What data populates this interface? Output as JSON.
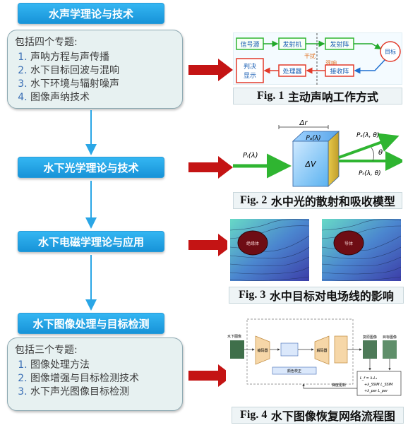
{
  "sections": [
    {
      "title": "水声学理论与技术"
    },
    {
      "title": "水下光学理论与技术"
    },
    {
      "title": "水下电磁学理论与应用"
    },
    {
      "title": "水下图像处理与目标检测"
    }
  ],
  "topics1": {
    "head": "包括四个专题:",
    "items": [
      "声呐方程与声传播",
      "水下目标回波与混响",
      "水下环境与辐射噪声",
      "图像声纳技术"
    ]
  },
  "topics4": {
    "head": "包括三个专题:",
    "items": [
      "图像处理方法",
      "图像增强与目标检测技术",
      "水下声光图像目标检测"
    ]
  },
  "fig1": {
    "caption_num": "Fig. 1",
    "caption_text": "主动声呐工作方式",
    "labels": {
      "signal_source": "信号源",
      "transmitter": "发射机",
      "tx_array": "发射阵",
      "target": "目标",
      "judge_line1": "判决",
      "judge_line2": "显示",
      "processor": "处理器",
      "rx_array": "接收阵",
      "interference": "干扰",
      "reverberation": "混响"
    }
  },
  "fig2": {
    "caption_num": "Fig. 2",
    "caption_text": "水中光的散射和吸收模型",
    "labels": {
      "delta_r": "Δr",
      "pi": "Pᵢ(λ)",
      "pa": "Pₐ(λ)",
      "delta_v": "ΔV",
      "ps": "Pₛ(λ, θ)",
      "theta": "θ",
      "pt": "Pₜ(λ, θ)"
    }
  },
  "fig3": {
    "caption_num": "Fig. 3",
    "caption_text": "水中目标对电场线的影响",
    "labels": {
      "obstacle_left": "绝缘体",
      "obstacle_right": "导体"
    }
  },
  "fig4": {
    "caption_num": "Fig. 4",
    "caption_text": "水下图像恢复网络流程图",
    "labels": {
      "encoder": "编码器",
      "decoder": "解码器",
      "input": "水下图像",
      "restored": "复原图像",
      "gt": "目标图像",
      "loss1": "L_f = λ₁L₁",
      "loss2": "+λ_SSIM L_SSIM",
      "loss3": "+λ_per L_per",
      "update": "梯度更新",
      "module": "颜色校正"
    }
  },
  "colors": {
    "accent": "#1793d8",
    "arrow": "#c41414",
    "flow_arrow": "#2aa6e6",
    "green": "#2fb531"
  }
}
